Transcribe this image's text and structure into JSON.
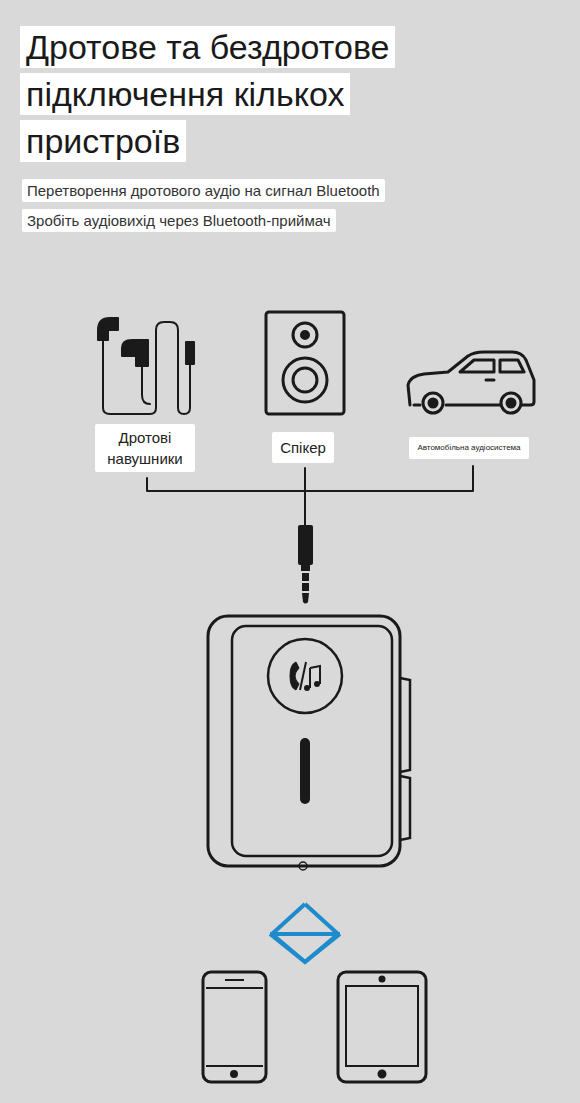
{
  "diagram": {
    "title": "Дротове та бездротове підключення кількох пристроїв",
    "nodes": [
      {
        "text": [
          "Дротові навушники"
        ]
      },
      {
        "text": [
          "Спікер"
        ]
      },
      {
        "text": [
          "Автомобільна аудіосистема"
        ]
      }
    ],
    "labels": [
      "Перетворення дротового аудіо на сигнал Bluetooth",
      "Зробіть аудіовихід через Bluetooth-приймач"
    ]
  }
}
